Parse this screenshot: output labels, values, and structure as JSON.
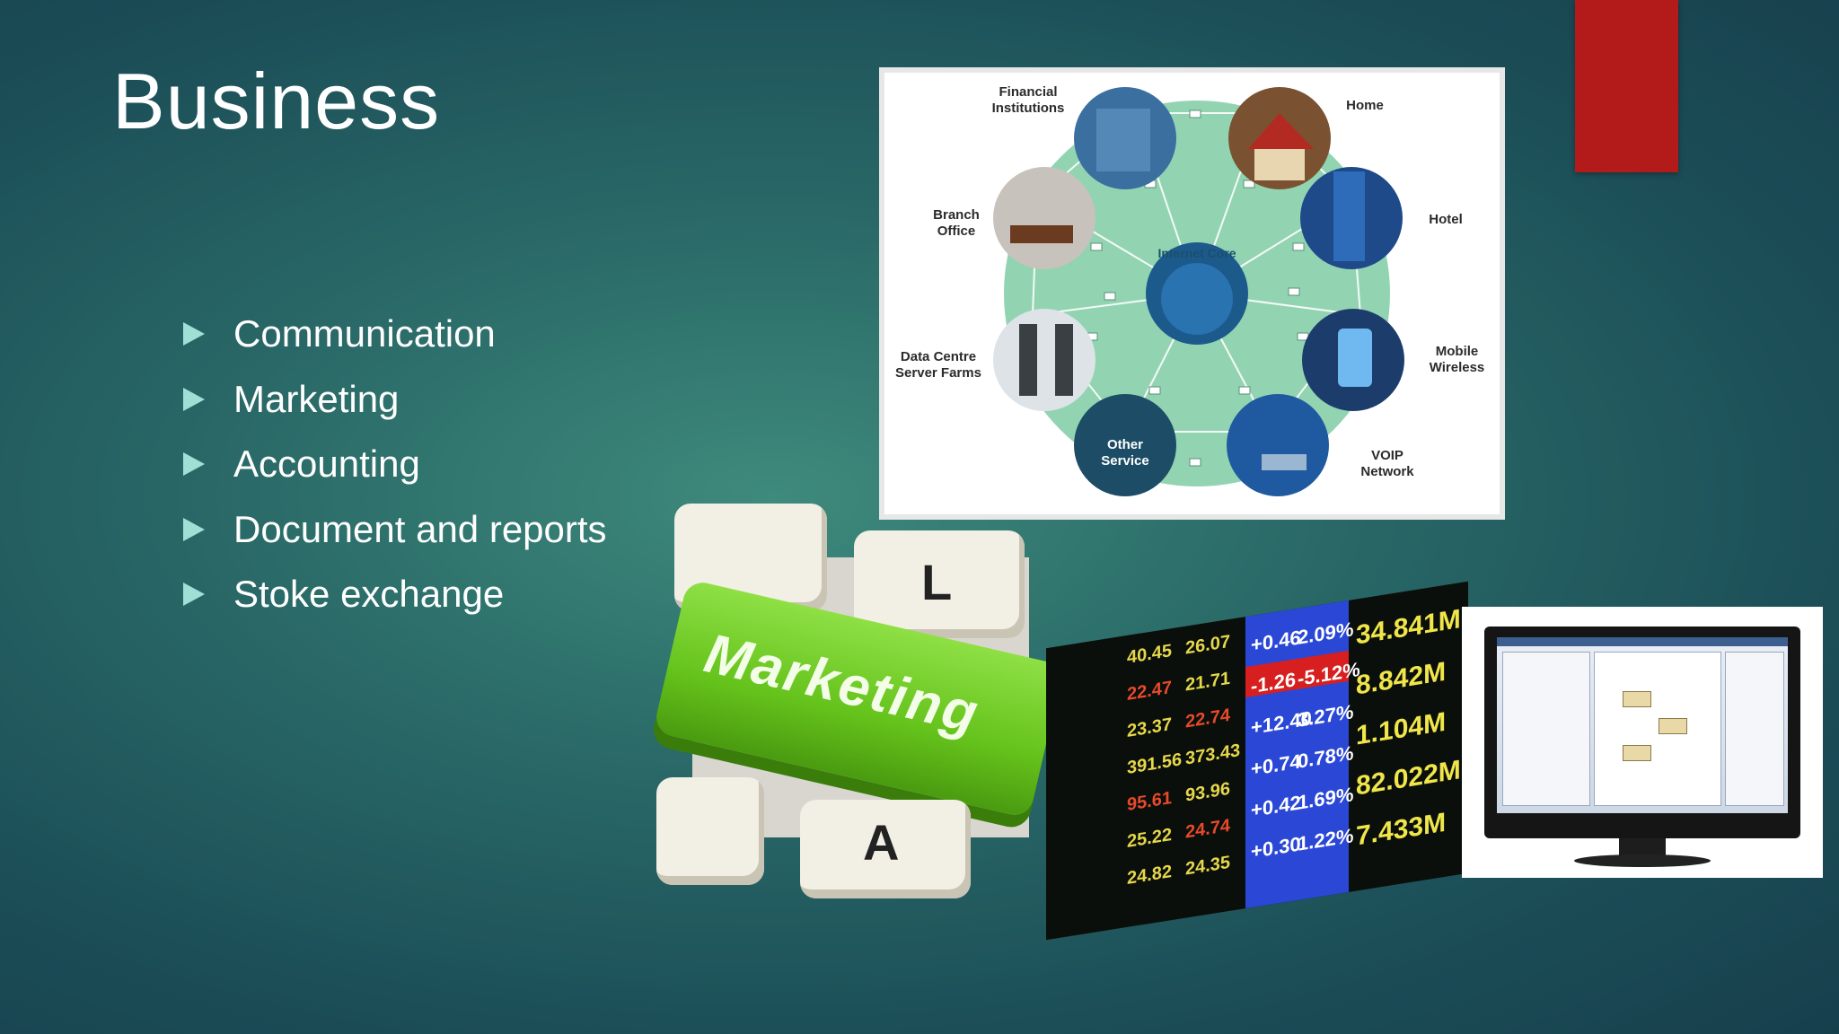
{
  "slide": {
    "title": "Business",
    "bullets": [
      "Communication",
      "Marketing",
      "Accounting",
      "Document and reports",
      "Stoke exchange"
    ],
    "accent_color": "#b31b1b",
    "bullet_color": "#9ee0d5"
  },
  "diagram": {
    "core_label": "Internet Core",
    "nodes": [
      {
        "label": "Financial\nInstitutions"
      },
      {
        "label": "Home"
      },
      {
        "label": "Branch\nOffice"
      },
      {
        "label": "Hotel"
      },
      {
        "label": "Data Centre\nServer Farms"
      },
      {
        "label": "Mobile\nWireless"
      },
      {
        "label": "Other\nService"
      },
      {
        "label": "VOIP\nNetwork"
      }
    ]
  },
  "marketing_image": {
    "key_text": "Marketing",
    "key_letters": [
      "L",
      "A"
    ]
  },
  "stock_board": {
    "left_values": [
      "40.45",
      "26.07",
      "22.47",
      "21.71",
      "23.37",
      "22.74",
      "391.56",
      "373.43",
      "95.61",
      "93.96",
      "25.22",
      "24.74",
      "24.82",
      "24.35"
    ],
    "changes": [
      "+0.46",
      "-1.26",
      "+12.40",
      "+0.74",
      "+0.42",
      "+0.30"
    ],
    "percents": [
      "2.09%",
      "-5.12%",
      "3.27%",
      "0.78%",
      "1.69%",
      "1.22%"
    ],
    "volumes": [
      "34.841M",
      "8.842M",
      "1.104M",
      "82.022M",
      "7.433M"
    ]
  }
}
